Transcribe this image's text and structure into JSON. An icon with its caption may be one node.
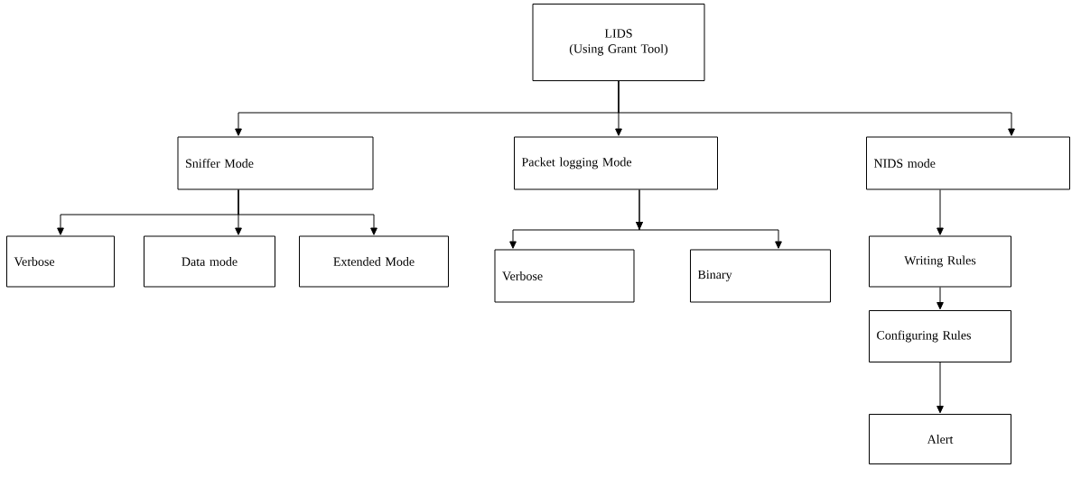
{
  "diagram": {
    "nodes": [
      {
        "text": [
          "LIDS",
          "(Using Grant Tool)"
        ]
      },
      {
        "text": [
          "Sniffer Mode"
        ]
      },
      {
        "text": [
          "Packet logging Mode"
        ]
      },
      {
        "text": [
          "NIDS mode"
        ]
      },
      {
        "text": [
          "Verbose"
        ]
      },
      {
        "text": [
          "Data mode"
        ]
      },
      {
        "text": [
          "Extended Mode"
        ]
      },
      {
        "text": [
          "Verbose"
        ]
      },
      {
        "text": [
          "Binary"
        ]
      },
      {
        "text": [
          "Writing Rules"
        ]
      },
      {
        "text": [
          "Configuring Rules"
        ]
      },
      {
        "text": [
          "Alert"
        ]
      }
    ],
    "edges": [
      {
        "from": 0,
        "to": 1,
        "arrow": "to"
      },
      {
        "from": 0,
        "to": 2,
        "arrow": "to"
      },
      {
        "from": 0,
        "to": 3,
        "arrow": "to"
      },
      {
        "from": 1,
        "to": 4,
        "arrow": "to"
      },
      {
        "from": 1,
        "to": 5,
        "arrow": "to"
      },
      {
        "from": 1,
        "to": 6,
        "arrow": "to"
      },
      {
        "from": 2,
        "to": 7,
        "arrow": "to"
      },
      {
        "from": 2,
        "to": 8,
        "arrow": "to"
      },
      {
        "from": 3,
        "to": 9,
        "arrow": "to"
      },
      {
        "from": 9,
        "to": 10,
        "arrow": "to"
      },
      {
        "from": 10,
        "to": 11,
        "arrow": "to"
      }
    ]
  }
}
